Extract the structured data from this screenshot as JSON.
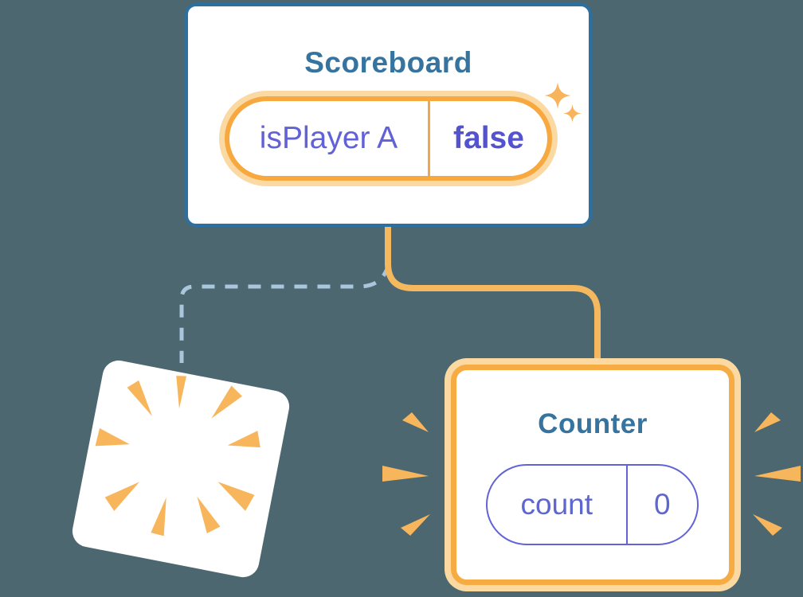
{
  "colors": {
    "background": "#4c6770",
    "card_border_blue": "#2b70a1",
    "title_text_blue": "#36749f",
    "state_pill_orange": "#f7a940",
    "state_pill_orange_halo": "#fbd9a2",
    "connector_orange": "#f6b85e",
    "connector_dashed_blue": "#a9c6dc",
    "state_pill_purple": "#6363d8",
    "state_text_purple": "#6262d8",
    "burst_orange": "#f8b65c"
  },
  "scoreboard": {
    "title": "Scoreboard",
    "state": {
      "name": "isPlayer A",
      "value": "false"
    }
  },
  "counter": {
    "title": "Counter",
    "state": {
      "name": "count",
      "value": "0"
    }
  },
  "icons": {
    "sparkles": "sparkle-icon",
    "starburst": "starburst-icon",
    "side_bursts": "burst-icon"
  }
}
